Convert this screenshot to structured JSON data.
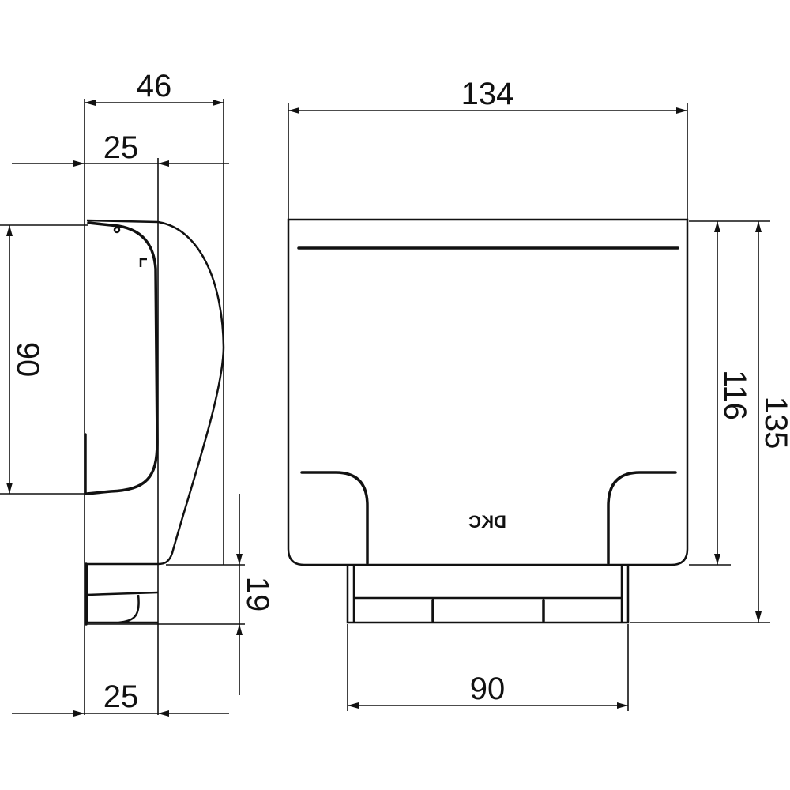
{
  "drawing": {
    "side_view": {
      "width_total": "46",
      "width_top": "25",
      "height_cover": "90",
      "height_base": "19",
      "width_base": "25"
    },
    "front_view": {
      "width": "134",
      "height_body": "116",
      "height_total": "135",
      "width_base": "90",
      "logo": "DKC"
    },
    "colors": {
      "line": "#111111",
      "background": "#ffffff"
    }
  }
}
